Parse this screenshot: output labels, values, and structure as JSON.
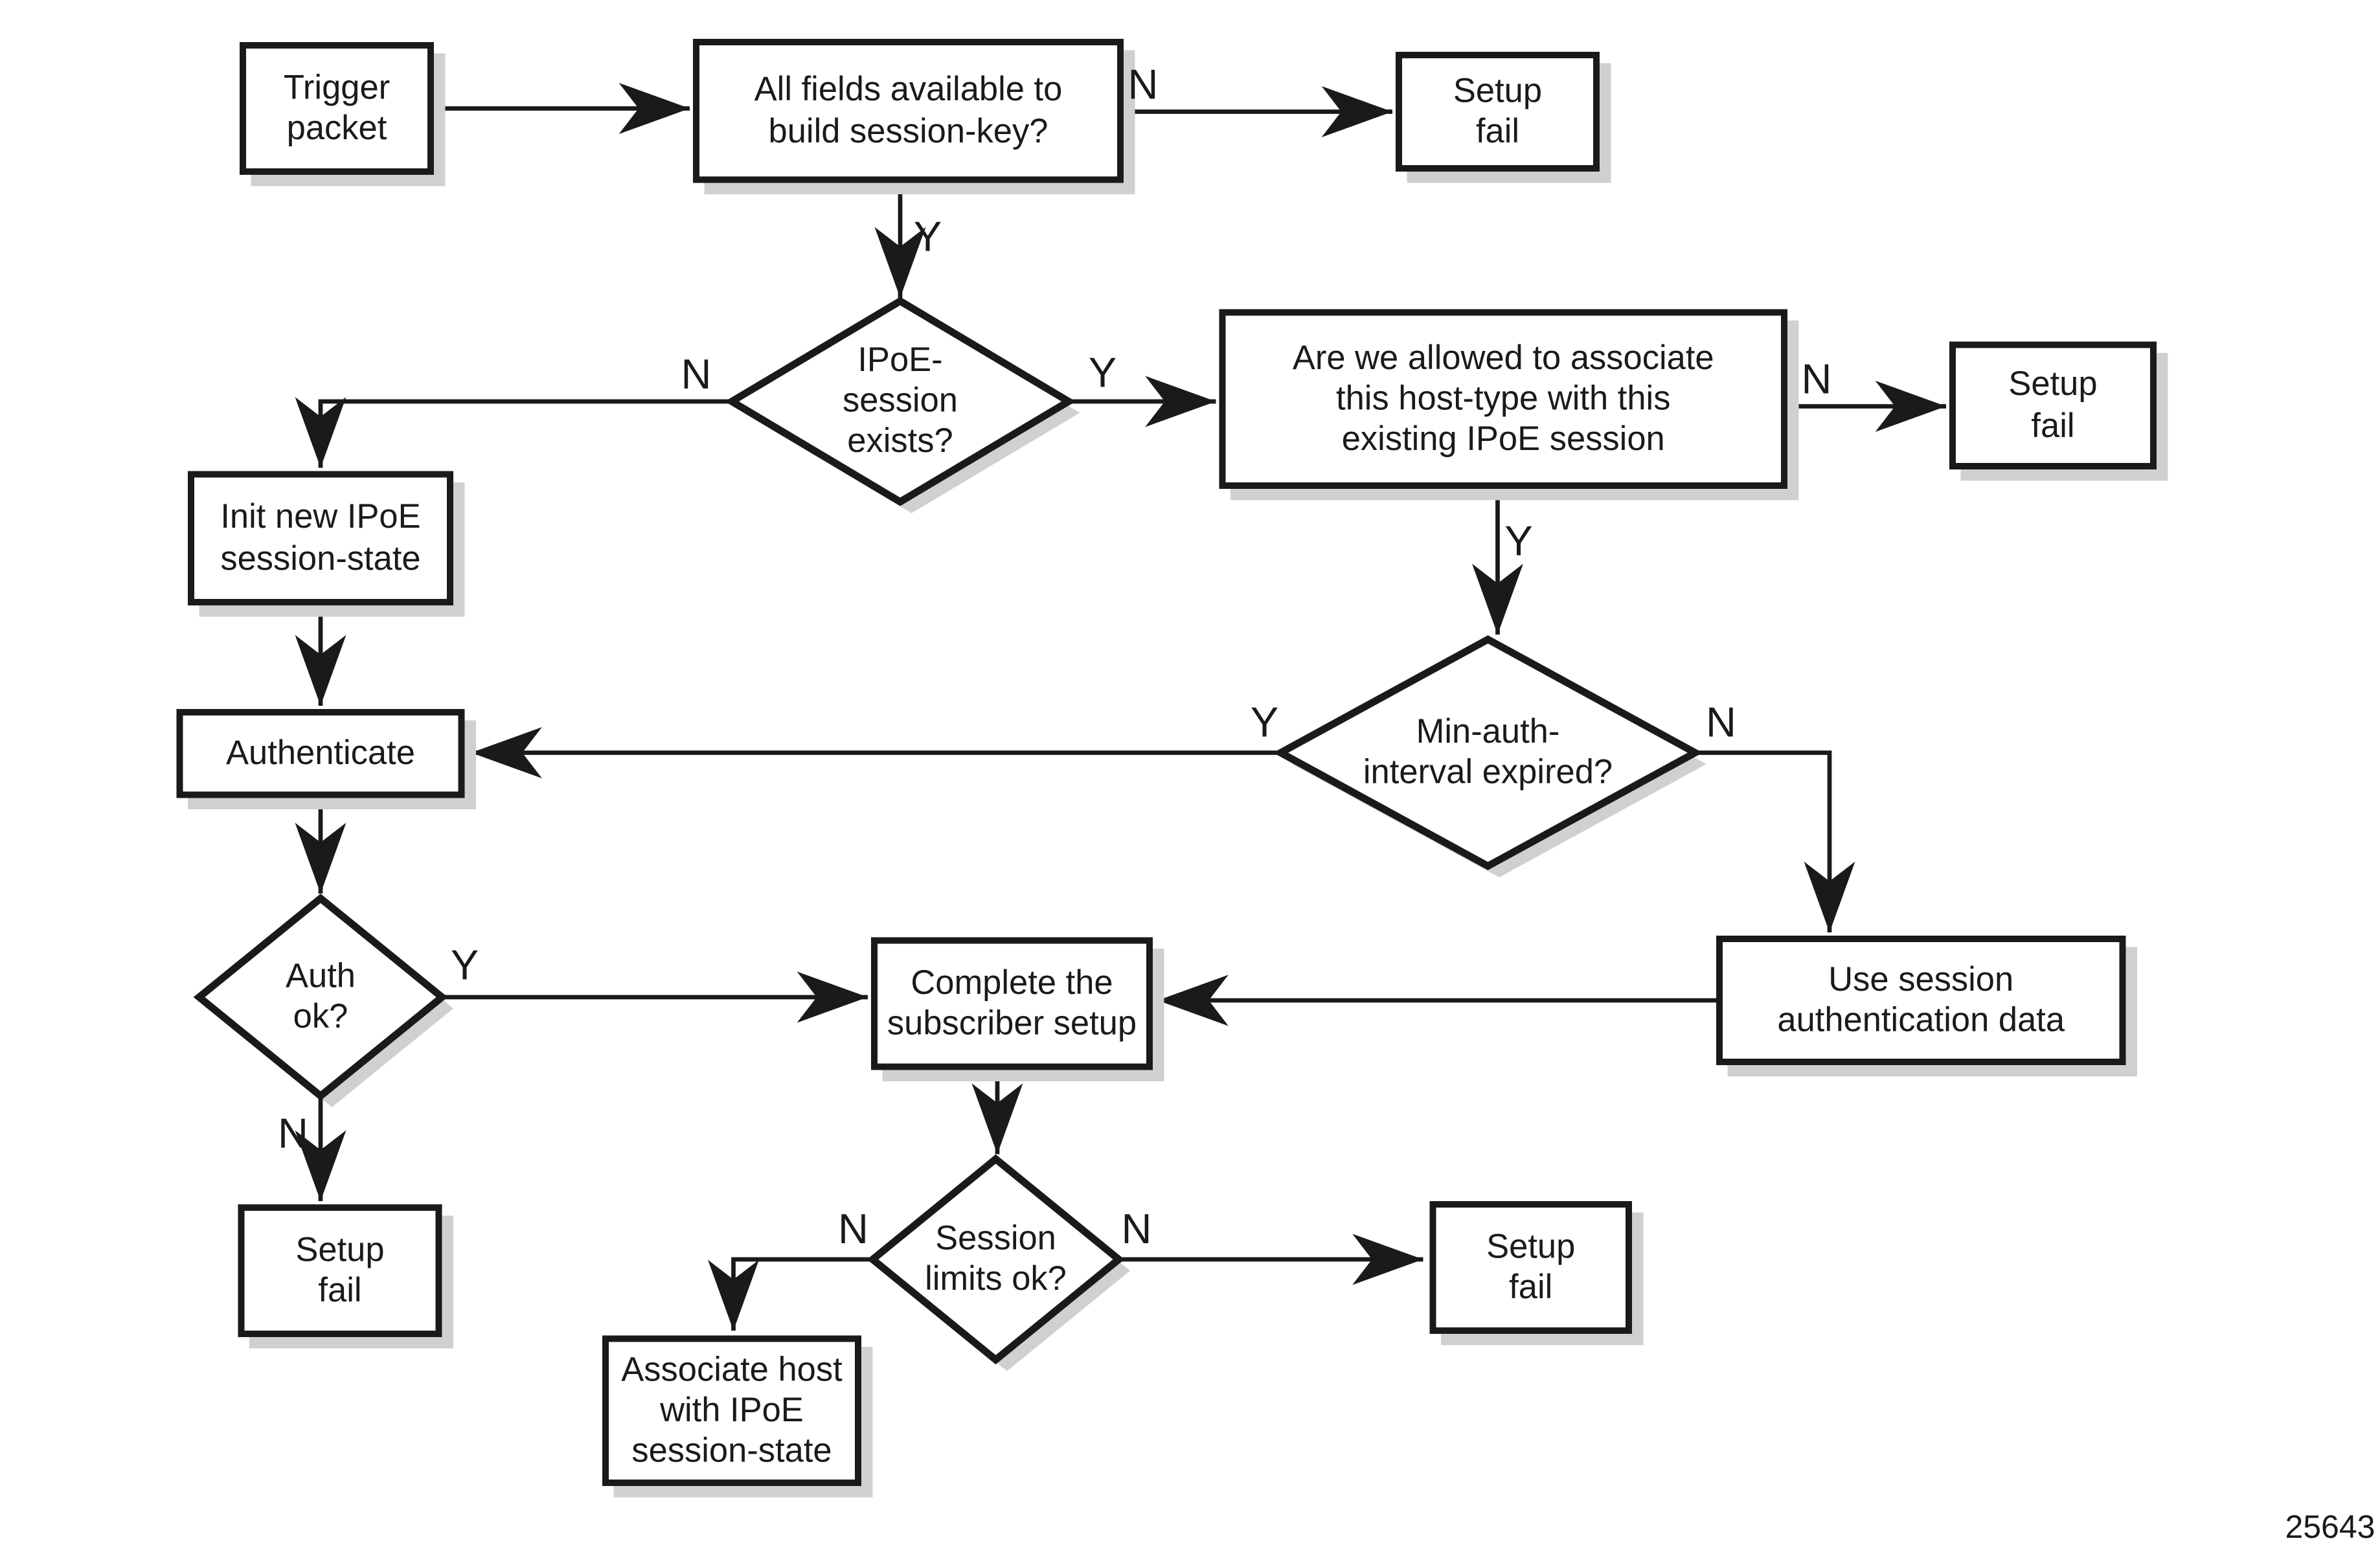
{
  "diagram": {
    "title": "IPoE session setup flowchart",
    "figure_number": "25643",
    "colors": {
      "line": "#1a1a1a",
      "shadow": "#d0d0d3",
      "background": "#ffffff",
      "node_fill": "#ffffff"
    },
    "nodes": {
      "trigger": {
        "label": "Trigger\npacket"
      },
      "check_fields": {
        "label": "All fields available to\nbuild session-key?"
      },
      "setup_fail_top": {
        "label": "Setup\nfail"
      },
      "ipoe_session_exists": {
        "label": "IPoE-\nsession\nexists?"
      },
      "allowed_to_associate": {
        "label": "Are we allowed to associate\nthis host-type with this\nexisting IPoE session"
      },
      "setup_fail_right": {
        "label": "Setup\nfail"
      },
      "init_new_session": {
        "label": "Init new IPoE\nsession-state"
      },
      "min_auth_interval": {
        "label": "Min-auth-\ninterval expired?"
      },
      "authenticate": {
        "label": "Authenticate"
      },
      "auth_ok": {
        "label": "Auth\nok?"
      },
      "complete_subscriber_setup": {
        "label": "Complete the\nsubscriber setup"
      },
      "use_session_auth_data": {
        "label": "Use session\nauthentication data"
      },
      "setup_fail_auth": {
        "label": "Setup\nfail"
      },
      "session_limits_ok": {
        "label": "Session\nlimits ok?"
      },
      "setup_fail_limits": {
        "label": "Setup\nfail"
      },
      "associate_host": {
        "label": "Associate host\nwith IPoE\nsession-state"
      }
    },
    "edge_labels": {
      "fields_no": "N",
      "fields_yes": "Y",
      "exists_no": "N",
      "exists_yes": "Y",
      "allowed_no": "N",
      "allowed_yes": "Y",
      "minauth_yes": "Y",
      "minauth_no": "N",
      "authok_yes": "Y",
      "authok_no": "N",
      "limits_left_no": "N",
      "limits_right_no": "N"
    }
  }
}
